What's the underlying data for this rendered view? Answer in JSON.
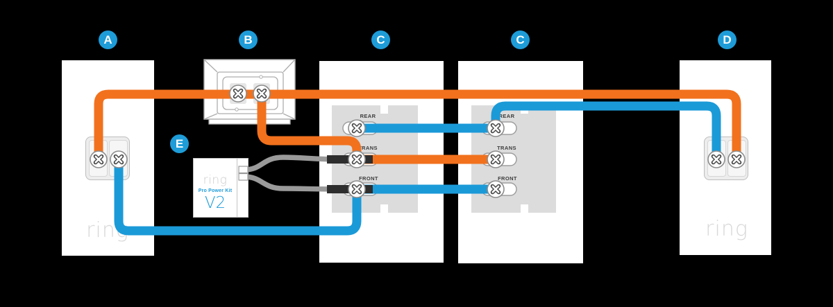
{
  "callouts": {
    "a": "A",
    "b": "B",
    "c_left": "C",
    "c_right": "C",
    "d": "D",
    "e": "E"
  },
  "panels": {
    "front_doorbell": {
      "logo": "ring"
    },
    "rear_doorbell": {
      "logo": "ring"
    },
    "bracket_left": {
      "terminals": [
        "REAR",
        "TRANS",
        "FRONT"
      ]
    },
    "bracket_right": {
      "terminals": [
        "REAR",
        "TRANS",
        "FRONT"
      ]
    }
  },
  "power_kit": {
    "brand": "ring",
    "name": "Pro Power Kit",
    "version": "V2"
  },
  "colors": {
    "background": "#000000",
    "accent_blue": "#1E9CD8",
    "wire_orange": "#F2711D",
    "wire_blue": "#1B9AD8",
    "wire_gray": "#9A9A9A",
    "wire_sleeve": "#2E2E2E",
    "bracket_gray": "#DCDCDC",
    "logo_gray": "#D8D8D8"
  },
  "wires": [
    {
      "from": "front-doorbell-left-terminal",
      "to": "transformer-left-terminal",
      "color": "orange"
    },
    {
      "from": "transformer-right-terminal",
      "to": "bracket-left-trans-terminal",
      "color": "orange"
    },
    {
      "from": "bracket-left-trans-terminal",
      "to": "bracket-right-trans-terminal",
      "color": "orange"
    },
    {
      "from": "transformer-right-terminal",
      "to": "rear-doorbell-right-terminal",
      "color": "orange"
    },
    {
      "from": "front-doorbell-right-terminal",
      "to": "bracket-left-front-terminal",
      "color": "blue"
    },
    {
      "from": "bracket-left-rear-terminal",
      "to": "bracket-right-rear-terminal",
      "color": "blue"
    },
    {
      "from": "bracket-left-front-terminal",
      "to": "bracket-right-front-terminal",
      "color": "blue"
    },
    {
      "from": "bracket-right-rear-terminal",
      "to": "rear-doorbell-left-terminal",
      "color": "blue"
    },
    {
      "from": "pro-power-kit-connector",
      "to": "bracket-left-trans-terminal",
      "color": "gray"
    },
    {
      "from": "pro-power-kit-connector",
      "to": "bracket-left-front-terminal",
      "color": "gray"
    }
  ]
}
